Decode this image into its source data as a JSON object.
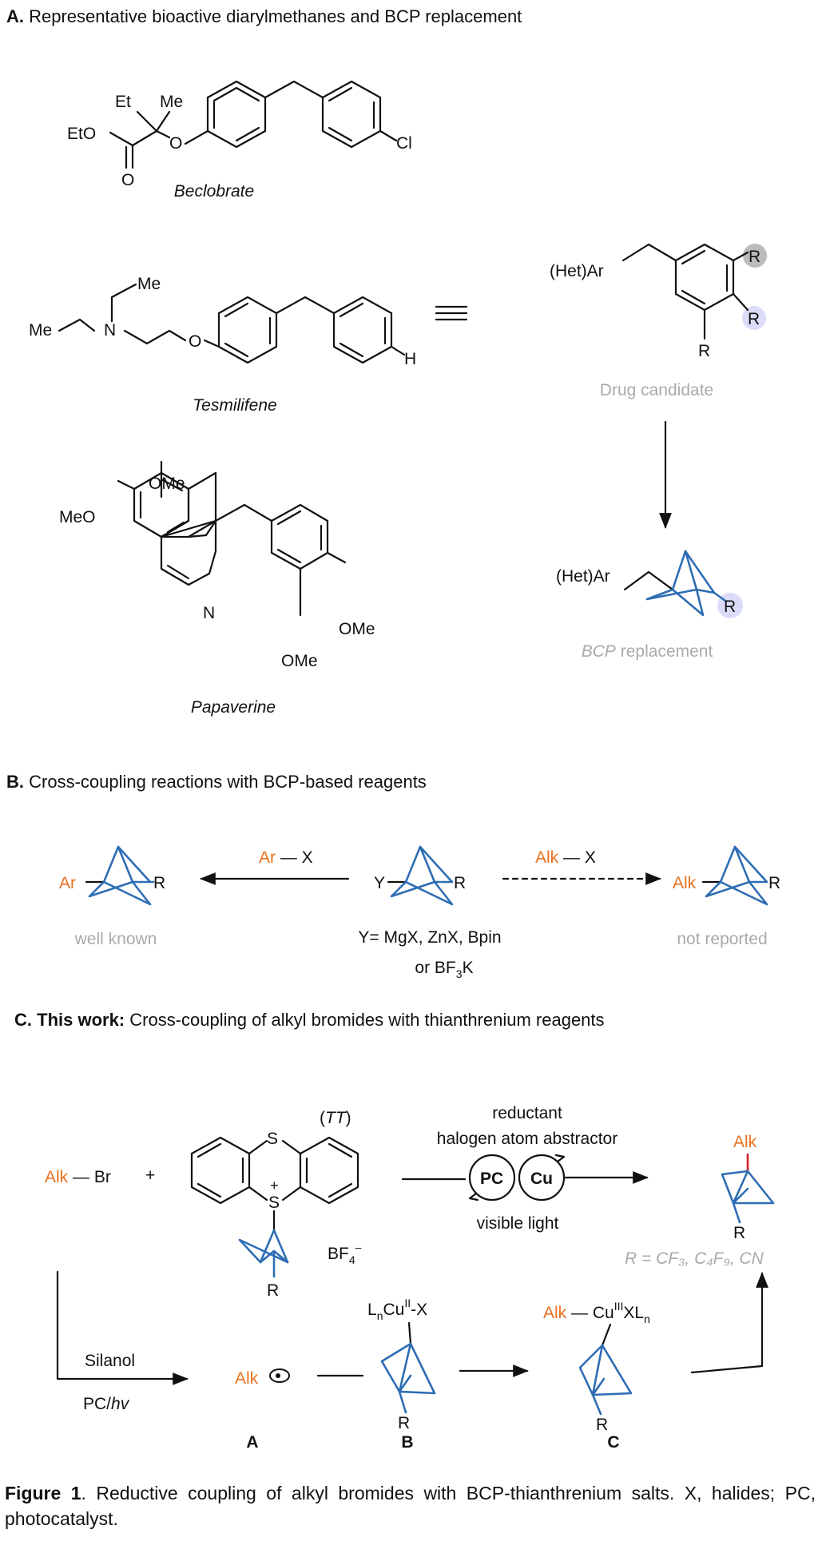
{
  "panel_a": {
    "letter": "A.",
    "title": "Representative bioactive diarylmethanes and BCP replacement",
    "beclobrate": {
      "name": "Beclobrate",
      "et": "Et",
      "me": "Me",
      "eto": "EtO",
      "o_ester": "O",
      "o_carbonyl": "O",
      "cl": "Cl"
    },
    "tesmilifene": {
      "name": "Tesmilifene",
      "me_top": "Me",
      "me_left": "Me",
      "n": "N",
      "o": "O",
      "h": "H"
    },
    "equiv": "≡",
    "papaverine": {
      "name": "Papaverine",
      "ome_top": "OMe",
      "meo_left": "MeO",
      "n": "N",
      "ome_right": "OMe",
      "ome_bottom": "OMe"
    },
    "drug": {
      "hetar": "(Het)Ar",
      "r1": "R",
      "r2": "R",
      "r3": "R",
      "caption": "Drug candidate"
    },
    "bcp": {
      "hetar": "(Het)Ar",
      "r": "R",
      "caption_italic": "BCP",
      "caption_rest": " replacement"
    }
  },
  "panel_b": {
    "letter": "B.",
    "title": "Cross-coupling reactions with BCP-based reagents",
    "left": {
      "ar": "Ar",
      "r": "R",
      "caption": "well known"
    },
    "arrow_left_label": {
      "ar": "Ar",
      "x": "X"
    },
    "center": {
      "y": "Y",
      "r": "R",
      "line1": "Y= MgX, ZnX, Bpin",
      "line2_pre": "or BF",
      "line2_sub": "3",
      "line2_post": "K"
    },
    "arrow_right_label": {
      "alk": "Alk",
      "x": "X"
    },
    "right": {
      "alk": "Alk",
      "r": "R",
      "caption": "not reported"
    }
  },
  "panel_c": {
    "letter": "C.",
    "bold_title": "This work:",
    "title": " Cross-coupling of alkyl bromides with thianthrenium reagents",
    "alk": "Alk",
    "br": "Br",
    "plus": "+",
    "tt": "TT",
    "s_top": "S",
    "s_bottom": "S",
    "s_charge": "+",
    "bf4": "BF",
    "bf4_sub": "4",
    "bf4_sup": "–",
    "r_tt": "R",
    "reductant": "reductant",
    "abstractor": "halogen atom abstractor",
    "pc": "PC",
    "cu": "Cu",
    "visible_light": "visible light",
    "product": {
      "alk": "Alk",
      "r": "R",
      "scope": "R = CF₃, C₄F₉, CN"
    },
    "silanol": "Silanol",
    "pc_hv_pre": "PC/",
    "pc_hv_it": "hv",
    "int_a": {
      "alk": "Alk",
      "label": "A"
    },
    "int_b": {
      "l": "L",
      "l_sub": "n",
      "cu": "Cu",
      "cu_sup": "II",
      "x": "-X",
      "r": "R",
      "label": "B"
    },
    "int_c": {
      "alk": "Alk",
      "cu": "Cu",
      "cu_sup": "III",
      "xl": "XL",
      "xl_sub": "n",
      "r": "R",
      "label": "C"
    }
  },
  "caption": {
    "bold": "Figure 1",
    "text": ". Reductive coupling of alkyl bromides with BCP-thianthrenium salts. X, halides; PC, photocatalyst."
  },
  "colors": {
    "accent_orange": "#e8711f",
    "bcp_blue": "#2e6db4",
    "caption_grey": "#aaaaaa",
    "r_grey": "#bbbbbb",
    "r_lavender": "#dcdcfa"
  }
}
